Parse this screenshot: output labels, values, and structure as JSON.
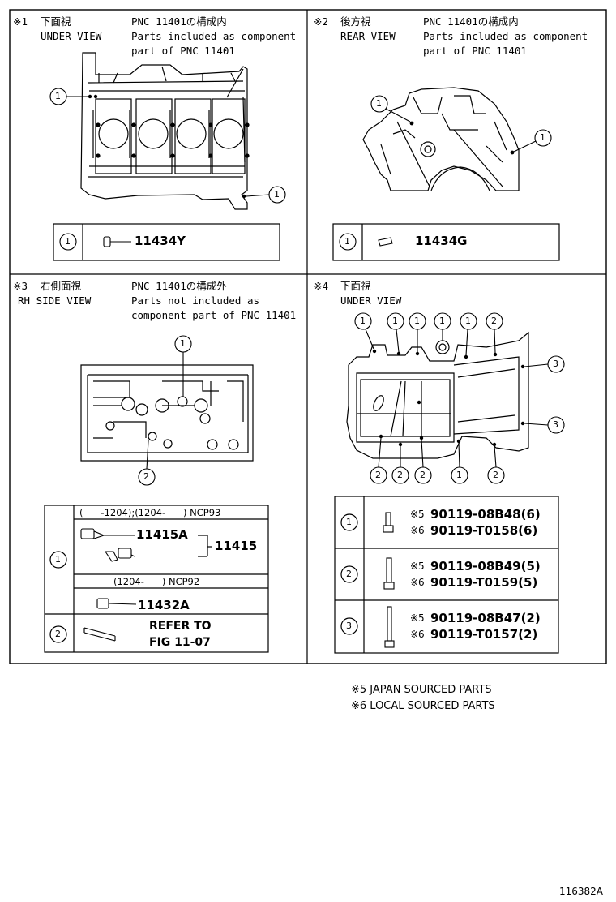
{
  "panels": {
    "p1": {
      "mark": "※1",
      "view_jp": "下面視",
      "view_en": "UNDER VIEW",
      "pnc_jp": "PNC 11401の構成内",
      "note_l1": "Parts included as component",
      "note_l2": "part of PNC 11401",
      "callout": "1",
      "table": {
        "index": "1",
        "part": "11434Y"
      }
    },
    "p2": {
      "mark": "※2",
      "view_jp": "後方視",
      "view_en": "REAR VIEW",
      "pnc_jp": "PNC 11401の構成内",
      "note_l1": "Parts included as component",
      "note_l2": "part of PNC 11401",
      "callout": "1",
      "table": {
        "index": "1",
        "part": "11434G"
      }
    },
    "p3": {
      "mark": "※3",
      "view_jp": "右側面視",
      "view_en": "RH SIDE VIEW",
      "pnc_jp": "PNC 11401の構成外",
      "note_l1": "Parts not included as",
      "note_l2": "component part of PNC 11401",
      "callout1": "1",
      "callout2": "2",
      "table": {
        "row1_index": "1",
        "row1_header": "(      -1204);(1204-      ) NCP93",
        "part_a": "11415A",
        "part_group": "11415",
        "row1_subheader": "(1204-      ) NCP92",
        "part_b": "11432A",
        "row2_index": "2",
        "refer_l1": "REFER TO",
        "refer_l2": "FIG 11-07"
      }
    },
    "p4": {
      "mark": "※4",
      "view_jp": "下面視",
      "view_en": "UNDER VIEW",
      "callouts": {
        "c1": "1",
        "c2": "2",
        "c3": "3"
      },
      "table": [
        {
          "index": "1",
          "l1_mark": "※5",
          "l1_part": "90119-08B48(6)",
          "l2_mark": "※6",
          "l2_part": "90119-T0158(6)"
        },
        {
          "index": "2",
          "l1_mark": "※5",
          "l1_part": "90119-08B49(5)",
          "l2_mark": "※6",
          "l2_part": "90119-T0159(5)"
        },
        {
          "index": "3",
          "l1_mark": "※5",
          "l1_part": "90119-08B47(2)",
          "l2_mark": "※6",
          "l2_part": "90119-T0157(2)"
        }
      ]
    }
  },
  "legend": {
    "line1": "※5 JAPAN SOURCED PARTS",
    "line2": "※6 LOCAL SOURCED PARTS"
  },
  "figure_id": "116382A"
}
